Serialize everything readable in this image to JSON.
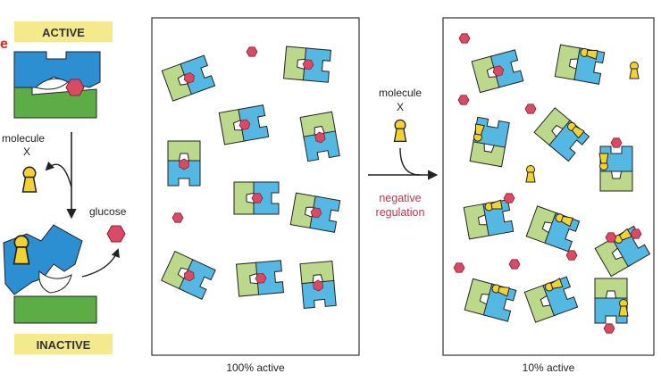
{
  "left_panel": {
    "corner_fragment": "e",
    "active_label": "ACTIVE",
    "inactive_label": "INACTIVE",
    "molecule_label_line1": "molecule",
    "molecule_label_line2": "X",
    "glucose_label": "glucose"
  },
  "middle": {
    "molecule_label_line1": "molecule",
    "molecule_label_line2": "X",
    "regulation_line1": "negative",
    "regulation_line2": "regulation"
  },
  "panels": [
    {
      "caption": "100% active"
    },
    {
      "caption": "10% active"
    }
  ],
  "colors": {
    "enzyme_blue": "#55b8e2",
    "enzyme_green": "#bcd88a",
    "left_blue": "#2b8fd1",
    "left_green": "#5cad46",
    "glucose": "#d94a64",
    "molecule_x": "#f2d230",
    "label_bg": "#f5e98e",
    "negative_regulation": "#c8324a"
  }
}
